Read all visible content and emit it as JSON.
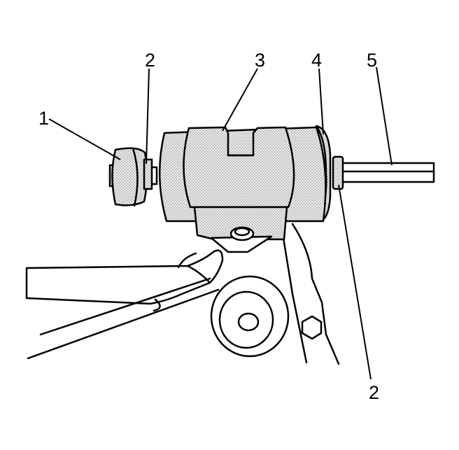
{
  "callouts": {
    "c1": "1",
    "c2a": "2",
    "c3": "3",
    "c4": "4",
    "c5": "5",
    "c2b": "2"
  },
  "colors": {
    "line": "#000000",
    "shade": "#d8d8d8",
    "background": "#ffffff"
  }
}
